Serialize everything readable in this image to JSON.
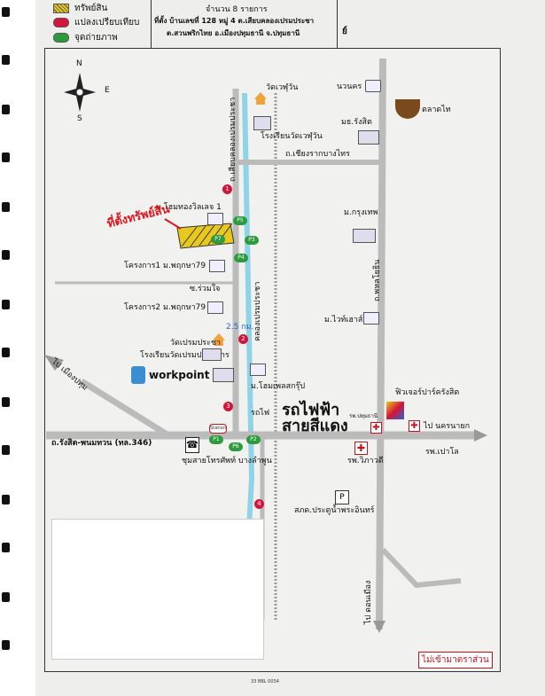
{
  "legend": [
    {
      "label": "ทรัพย์สิน",
      "color": "#e8c81c"
    },
    {
      "label": "แปลงเปรียบเทียบ",
      "color": "#d4143a"
    },
    {
      "label": "จุดถ่ายภาพ",
      "color": "#2e9a3e"
    }
  ],
  "info": {
    "count_text": "จำนวน 8 รายการ",
    "address_line1": "ที่ตั้ง บ้านเลขที่ 128 หมู่ 4 ต.เสียบคลองเปรมประชา",
    "address_line2": "ต.สวนพริกไทย อ.เมืองปทุมธานี จ.ปทุมธานี",
    "side_char": "ย์"
  },
  "compass": {
    "n": "N",
    "s": "S",
    "e": "E"
  },
  "map": {
    "temple_top": "วัดเวฬุวัน",
    "school_top": "โรงเรียนวัดเวฬุวัน",
    "naowakorn": "นวนคร",
    "rangsit_u": "มธ.รังสิต",
    "market_thai": "ตลาดไท",
    "road_chiangrak": "ถ.เชียงรากบางไทร",
    "road_siab": "ถ.เสียบคลองเปรมประชา",
    "home_village": "ม.โฮมทองวิลเลจ 1",
    "property_site": "ที่ตั้งทรัพย์สิน",
    "krungthep_u": "ม.กรุงเทพ",
    "road_phahon": "ถ.พหลโยธิน",
    "project1": "โครงการ1 ม.พฤกษา79",
    "soi_chuanjai": "ซ.ร่วมใจ",
    "project2": "โครงการ2 ม.พฤกษา79",
    "khlong": "คลองเปรมประชา",
    "white_house": "ม.ไวท์เฮาส์",
    "distance": "2.5 กม.",
    "temple_prem": "วัดเปรมประชา",
    "school_prem": "โรงเรียนวัดเปรมประชากร",
    "workpoint": "workpoint",
    "home_place": "ม.โฮมเพลสกรุ๊ป",
    "to_mueang": "ไป เมืองปทุม",
    "train_line1": "รถไฟฟ้า",
    "train_line2": "สายสีแดง",
    "rail_small": "รถไฟ",
    "pathumthani_hosp": "รพ.ปทุมธานี",
    "future_park": "ฟิวเจอร์ปาร์ครังสิต",
    "to_nakhonnayok": "ไป นครนายก",
    "road_rangsit": "ถ.รังสิต-พนมทวน (ทล.346)",
    "phone_exchange": "ชุมสายโทรศัพท์ บางลำพูน",
    "vibhavadi_hosp": "รพ.วิภาวดี",
    "paolo_hosp": "รพ.เปาโล",
    "police": "สภด.ประตูน้ำพระอินทร์",
    "to_donmueang": "ไป ดอนเมือง",
    "parking": "P",
    "station_sign": "Station",
    "pins": [
      "1",
      "2",
      "3",
      "4"
    ],
    "photo_points": [
      "P1",
      "P2",
      "P3",
      "P4",
      "P5",
      "P6",
      "P7"
    ]
  },
  "stamp": "ไม่เข้ามาตราส่วน",
  "footer": "33 BBL 0034"
}
